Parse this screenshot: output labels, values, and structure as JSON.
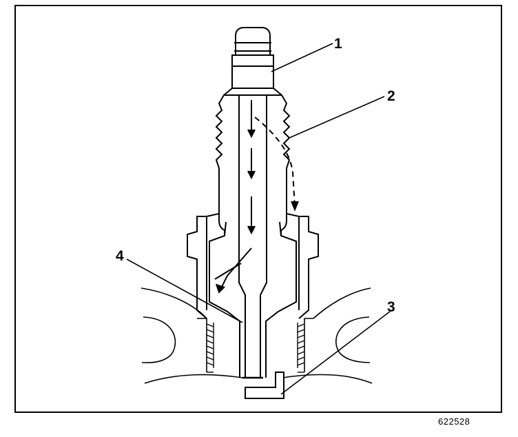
{
  "figure": {
    "id": "622528",
    "callouts": [
      {
        "number": "1"
      },
      {
        "number": "2"
      },
      {
        "number": "3"
      },
      {
        "number": "4"
      }
    ]
  }
}
